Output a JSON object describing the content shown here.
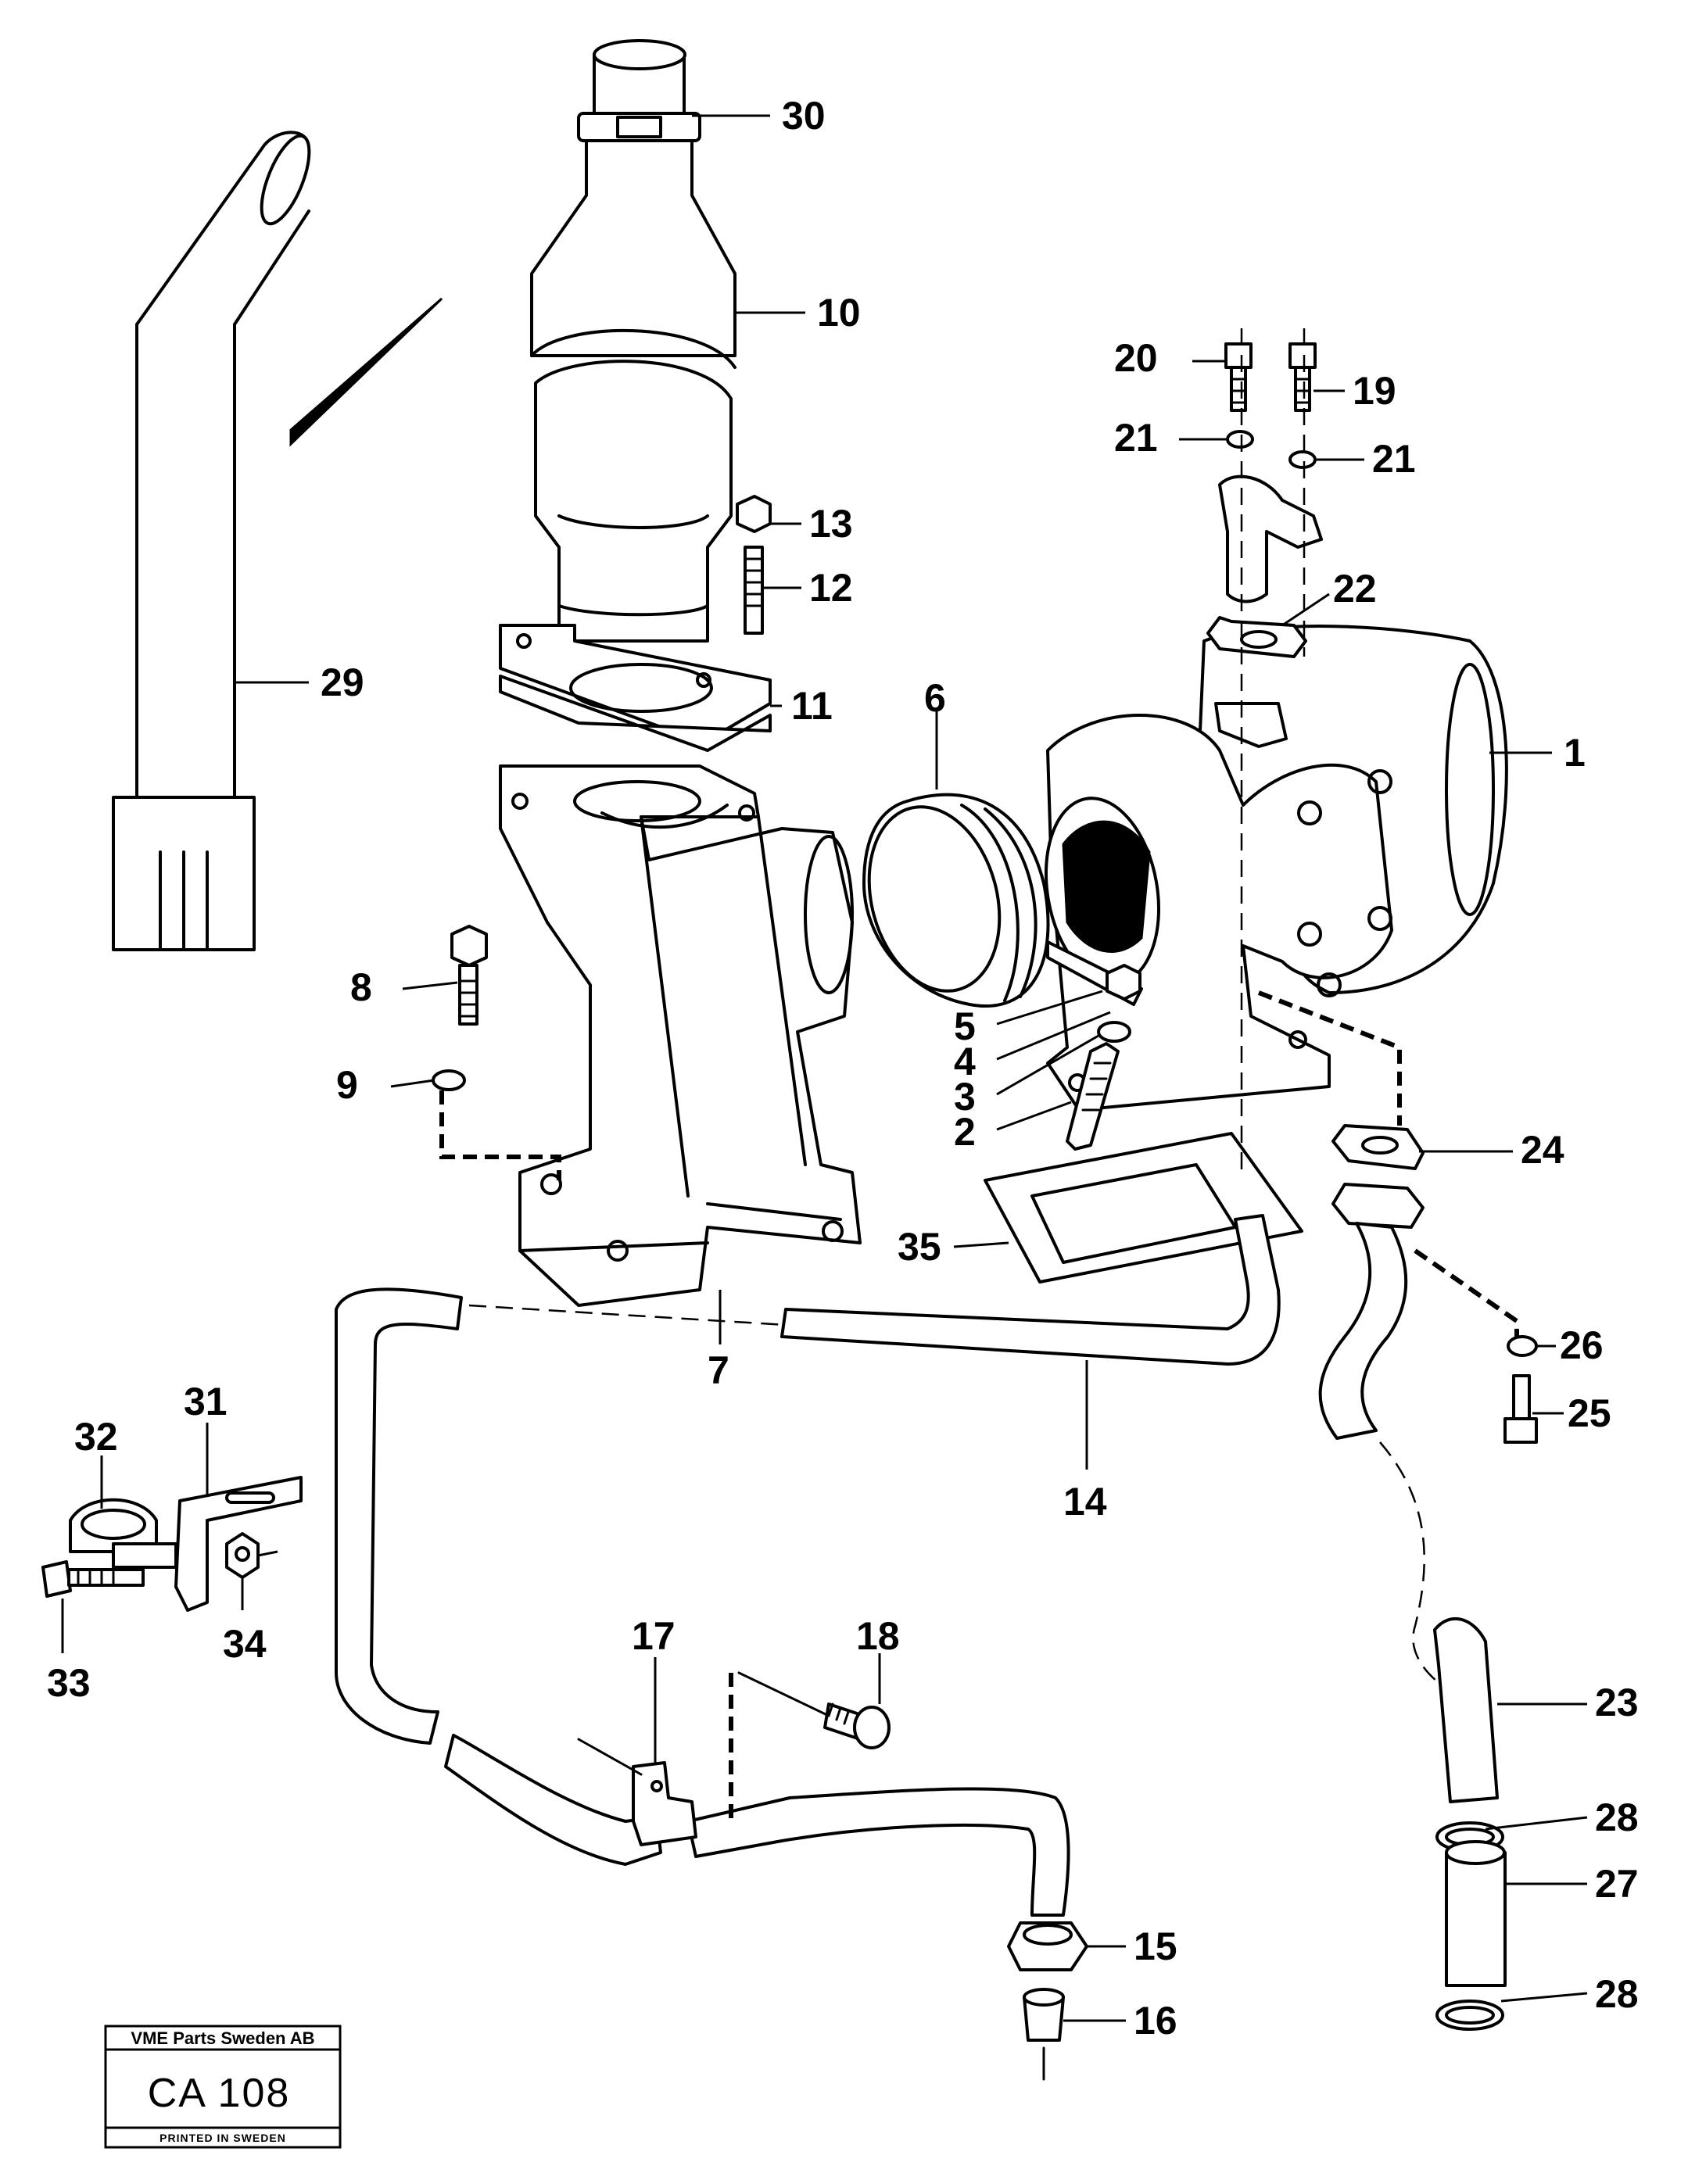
{
  "callouts": {
    "c1": "1",
    "c2": "2",
    "c3": "3",
    "c4": "4",
    "c5": "5",
    "c6": "6",
    "c7": "7",
    "c8": "8",
    "c9": "9",
    "c10": "10",
    "c11": "11",
    "c12": "12",
    "c13": "13",
    "c14": "14",
    "c15": "15",
    "c16": "16",
    "c17": "17",
    "c18": "18",
    "c19": "19",
    "c20": "20",
    "c21a": "21",
    "c21b": "21",
    "c22": "22",
    "c23": "23",
    "c24": "24",
    "c25": "25",
    "c26": "26",
    "c27": "27",
    "c28a": "28",
    "c28b": "28",
    "c29": "29",
    "c30": "30",
    "c31": "31",
    "c32": "32",
    "c33": "33",
    "c34": "34",
    "c35": "35"
  },
  "title_block": {
    "company": "VME Parts Sweden AB",
    "code": "CA 108",
    "printed": "PRINTED IN SWEDEN"
  }
}
